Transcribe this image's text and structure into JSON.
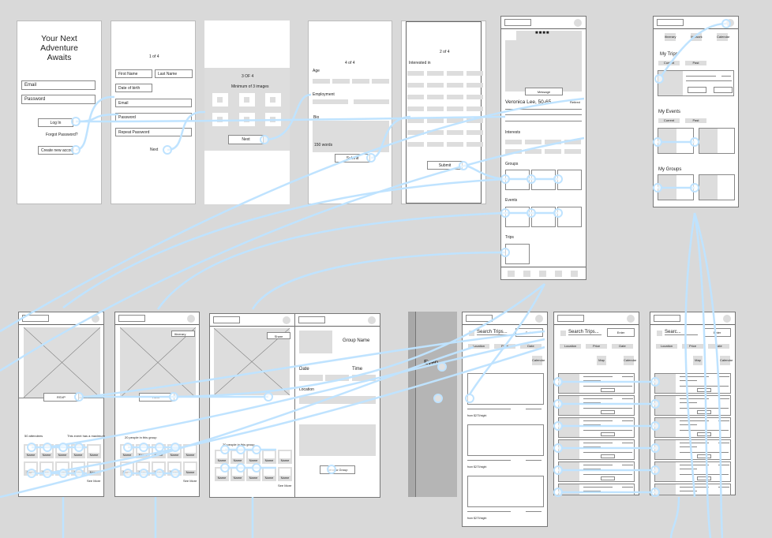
{
  "login": {
    "title_lines": [
      "Your Next",
      "Adventure",
      "Awaits"
    ],
    "email_placeholder": "Email",
    "password_placeholder": "Password",
    "login_button": "Log In",
    "forgot_link": "Forgot Password?",
    "create_button": "Create new account"
  },
  "signup1": {
    "step": "1 of 4",
    "first_name": "First Name",
    "last_name": "Last Name",
    "dob": "Date of birth",
    "email": "Email",
    "password": "Password",
    "repeat_password": "Repeat Password",
    "next": "Next"
  },
  "signup3": {
    "step": "3 OF 4",
    "hint": "Minimum of 3 images",
    "next": "Next"
  },
  "signup4": {
    "step": "4 of 4",
    "age_label": "Age",
    "employment_label": "Employment",
    "bio_label": "Bio",
    "bio_hint": "150 words",
    "submit": "Submit"
  },
  "signup2": {
    "step": "2 of 4",
    "interested_label": "Interested in",
    "submit": "Submit"
  },
  "profile": {
    "message_button": "Message",
    "name": "Veronica Lee, 50-65",
    "status": "Retired",
    "interests_label": "Interests",
    "groups_label": "Groups",
    "events_label": "Events",
    "trips_label": "Trips"
  },
  "dashboard": {
    "tabs": [
      "Itinerary",
      "Network",
      "Calendar"
    ],
    "my_trips": "My Trips",
    "my_events": "My Events",
    "my_groups": "My Groups",
    "current": "Current",
    "past": "Past"
  },
  "event": {
    "rsvp": "RSVP",
    "attendees": "50 attendees",
    "max_note": "This event has a maximum",
    "member_name": "Name",
    "see_more": "See More"
  },
  "group": {
    "itinerary": "Itinerary",
    "rsvp": "RSVP",
    "people": "20 people in this group",
    "member_name": "Name",
    "see_more": "See More"
  },
  "event_share": {
    "share": "Share",
    "people": "20 people in this group",
    "member_name": "Name",
    "see_more": "See More"
  },
  "group_detail": {
    "group_name": "Group Name",
    "date": "Date",
    "time": "Time",
    "location": "Location",
    "send": "Send to Group"
  },
  "drawer": {
    "label": "Even"
  },
  "search1": {
    "placeholder": "Search Trips...",
    "enter": "Enter",
    "filters": [
      "Location",
      "Price",
      "Date"
    ],
    "calendar": "Calendar",
    "price_note": "from $270/night"
  },
  "search2": {
    "placeholder": "Search Trips...",
    "enter": "Enter",
    "filters": [
      "Location",
      "Price",
      "Date"
    ],
    "map": "Map",
    "calendar": "Calendar"
  },
  "search3": {
    "placeholder": "Searc...",
    "enter": "Enter",
    "filters": [
      "Location",
      "Price",
      "Date"
    ],
    "map": "Map",
    "calendar": "Calendar"
  },
  "colors": {
    "canvas": "#d9d9d9",
    "wire": "#bfe3ff",
    "placeholder": "#dddddd"
  }
}
